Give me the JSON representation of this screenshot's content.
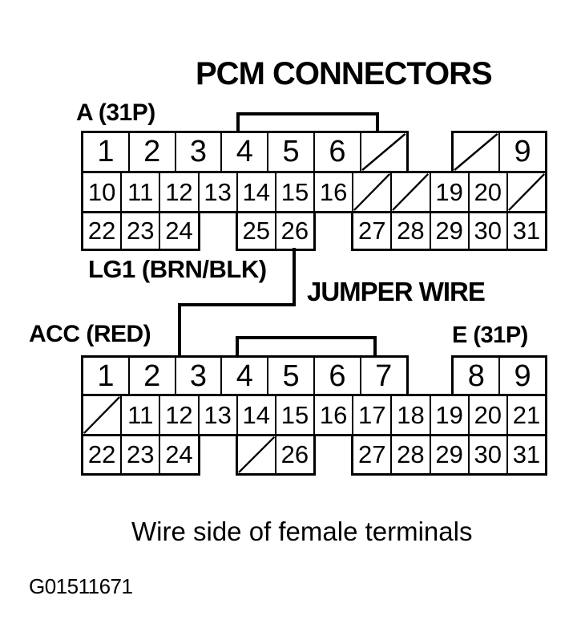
{
  "title": "PCM CONNECTORS",
  "caption": "Wire side of female terminals",
  "figure_id": "G01511671",
  "colors": {
    "ink": "#000000",
    "background": "#ffffff"
  },
  "wire": {
    "lg1_label": "LG1 (BRN/BLK)",
    "jumper_label": "JUMPER WIRE",
    "acc_label": "ACC (RED)"
  },
  "connector_a": {
    "label": "A (31P)",
    "rows": [
      [
        "1",
        "2",
        "3",
        "4",
        "5",
        "6",
        "/",
        ".",
        "/",
        "9"
      ],
      [
        "10",
        "11",
        "12",
        "13",
        "14",
        "15",
        "16",
        "/",
        "/",
        "19",
        "20",
        "/"
      ],
      [
        "22",
        "23",
        "24",
        ".",
        "25",
        "26",
        ".",
        "27",
        "28",
        "29",
        "30",
        "31"
      ]
    ]
  },
  "connector_e": {
    "label": "E (31P)",
    "rows": [
      [
        "1",
        "2",
        "3",
        "4",
        "5",
        "6",
        "7",
        ".",
        "8",
        "9"
      ],
      [
        "/",
        "11",
        "12",
        "13",
        "14",
        "15",
        "16",
        "17",
        "18",
        "19",
        "20",
        "21"
      ],
      [
        "22",
        "23",
        "24",
        ".",
        "/",
        "26",
        ".",
        "27",
        "28",
        "29",
        "30",
        "31"
      ]
    ]
  }
}
